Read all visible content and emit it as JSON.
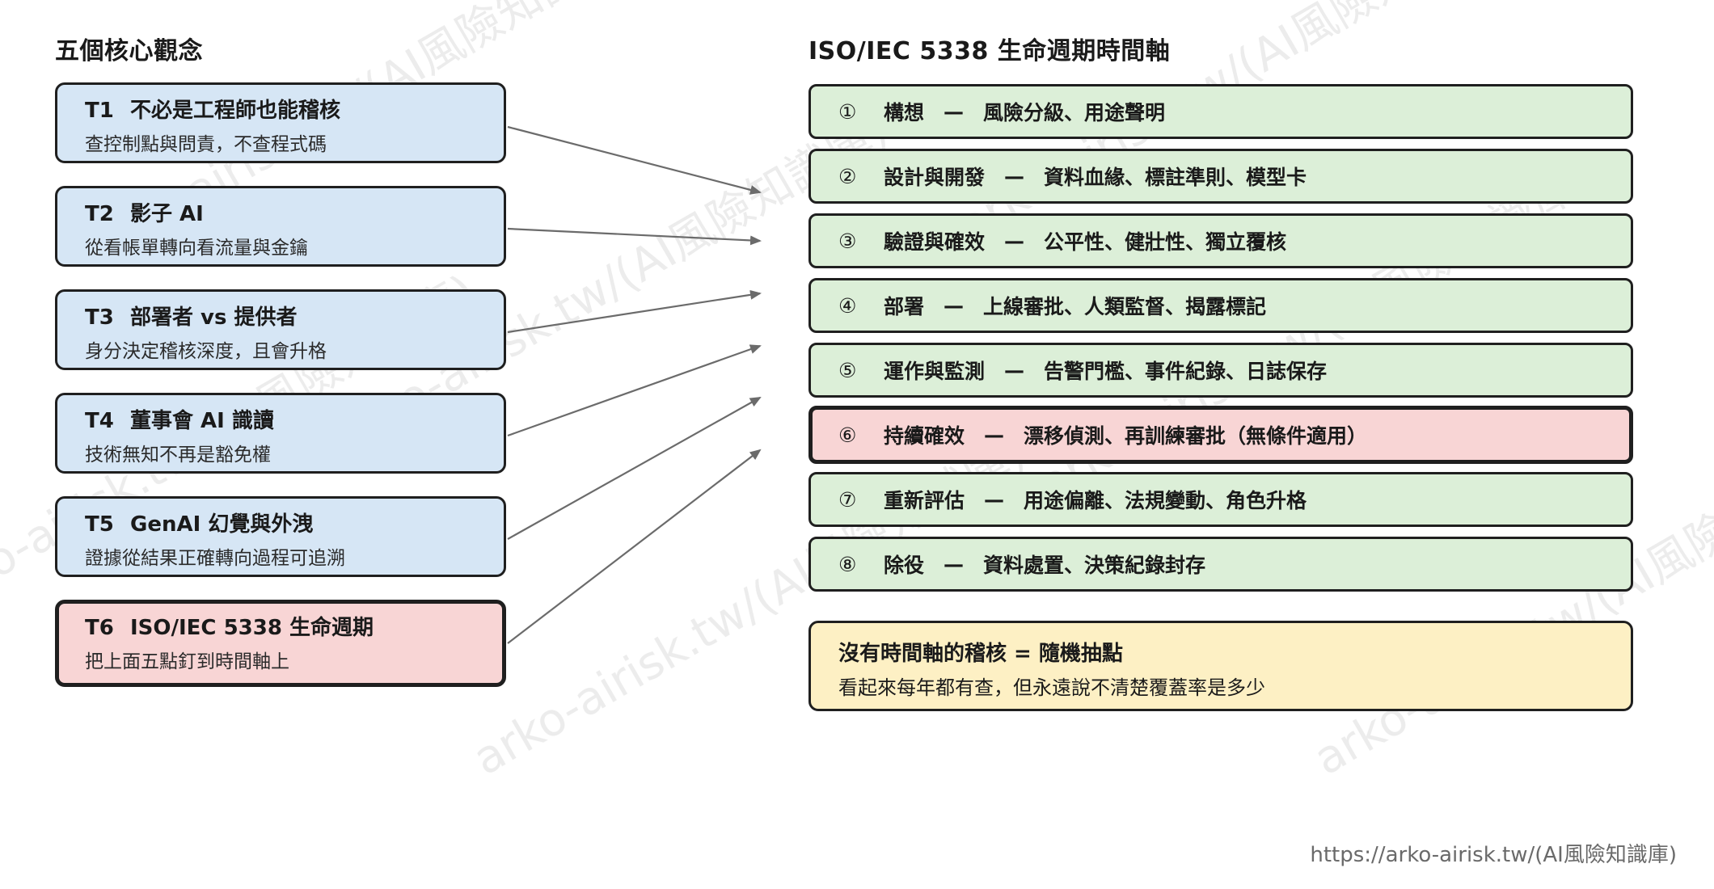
{
  "left_title": "五個核心觀念",
  "right_title": "ISO/IEC 5338 生命週期時間軸",
  "concepts": [
    {
      "code": "T1",
      "title": "不必是工程師也能稽核",
      "desc": "查控制點與問責，不查程式碼"
    },
    {
      "code": "T2",
      "title": "影子 AI",
      "desc": "從看帳單轉向看流量與金鑰"
    },
    {
      "code": "T3",
      "title": "部署者 vs 提供者",
      "desc": "身分決定稽核深度，且會升格"
    },
    {
      "code": "T4",
      "title": "董事會 AI 識讀",
      "desc": "技術無知不再是豁免權"
    },
    {
      "code": "T5",
      "title": "GenAI 幻覺與外洩",
      "desc": "證據從結果正確轉向過程可追溯"
    },
    {
      "code": "T6",
      "title": "ISO/IEC 5338 生命週期",
      "desc": "把上面五點釘到時間軸上"
    }
  ],
  "stages": [
    {
      "num": "①",
      "name": "構想",
      "items": "風險分級、用途聲明"
    },
    {
      "num": "②",
      "name": "設計與開發",
      "items": "資料血緣、標註準則、模型卡"
    },
    {
      "num": "③",
      "name": "驗證與確效",
      "items": "公平性、健壯性、獨立覆核"
    },
    {
      "num": "④",
      "name": "部署",
      "items": "上線審批、人類監督、揭露標記"
    },
    {
      "num": "⑤",
      "name": "運作與監測",
      "items": "告警門檻、事件紀錄、日誌保存"
    },
    {
      "num": "⑥",
      "name": "持續確效",
      "items": "漂移偵測、再訓練審批（無條件適用）"
    },
    {
      "num": "⑦",
      "name": "重新評估",
      "items": "用途偏離、法規變動、角色升格"
    },
    {
      "num": "⑧",
      "name": "除役",
      "items": "資料處置、決策紀錄封存"
    }
  ],
  "stage_separator": "—",
  "note": {
    "title": "沒有時間軸的稽核 = 隨機抽點",
    "desc": "看起來每年都有查，但永遠說不清楚覆蓋率是多少"
  },
  "watermark_text": "arko-airisk.tw/(AI風險知識庫)",
  "footer_url": "https://arko-airisk.tw/(AI風險知識庫)",
  "colors": {
    "concept_fill": "#d6e6f5",
    "highlight_fill": "#f8d5d5",
    "stage_fill": "#dcefd8",
    "note_fill": "#fdf0c4",
    "arrow": "#6b6b6b"
  }
}
